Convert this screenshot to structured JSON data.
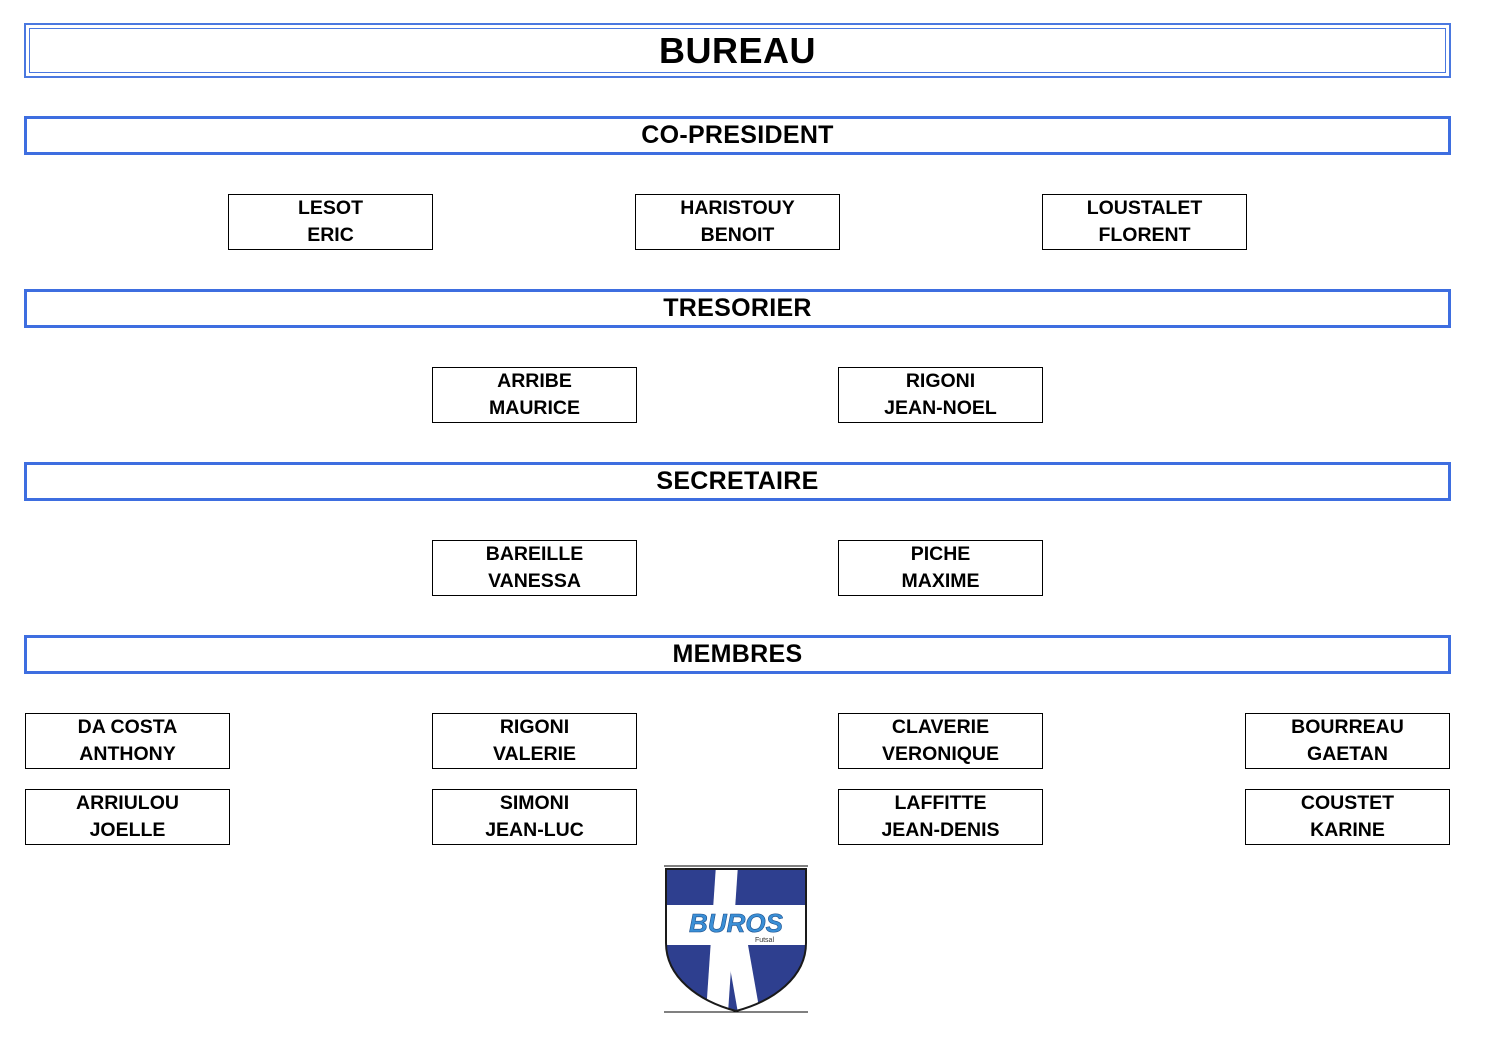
{
  "title": "BUREAU",
  "sections": {
    "co_president": {
      "label": "CO-PRESIDENT",
      "members": [
        {
          "last": "LESOT",
          "first": "ERIC"
        },
        {
          "last": "HARISTOUY",
          "first": "BENOIT"
        },
        {
          "last": "LOUSTALET",
          "first": "FLORENT"
        }
      ]
    },
    "tresorier": {
      "label": "TRESORIER",
      "members": [
        {
          "last": "ARRIBE",
          "first": "MAURICE"
        },
        {
          "last": "RIGONI",
          "first": "JEAN-NOEL"
        }
      ]
    },
    "secretaire": {
      "label": "SECRETAIRE",
      "members": [
        {
          "last": "BAREILLE",
          "first": "VANESSA"
        },
        {
          "last": "PICHE",
          "first": "MAXIME"
        }
      ]
    },
    "membres": {
      "label": "MEMBRES",
      "members": [
        {
          "last": "DA COSTA",
          "first": "ANTHONY"
        },
        {
          "last": "RIGONI",
          "first": "VALERIE"
        },
        {
          "last": "CLAVERIE",
          "first": "VERONIQUE"
        },
        {
          "last": "BOURREAU",
          "first": "GAETAN"
        },
        {
          "last": "ARRIULOU",
          "first": "JOELLE"
        },
        {
          "last": "SIMONI",
          "first": "JEAN-LUC"
        },
        {
          "last": "LAFFITTE",
          "first": "JEAN-DENIS"
        },
        {
          "last": "COUSTET",
          "first": "KARINE"
        }
      ]
    }
  },
  "logo": {
    "text": "BUROS",
    "subtext": "Futsal",
    "icon": "club-crest-icon",
    "colors": {
      "blue": "#2e3f8f",
      "light_blue": "#3a8fd6",
      "accent": "#3e6ee0"
    }
  }
}
